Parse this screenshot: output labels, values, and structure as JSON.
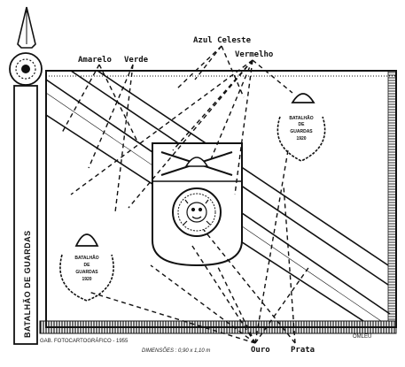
{
  "labels": {
    "amarelo": "Amarelo",
    "verde": "Verde",
    "azul_celeste": "Azul Celeste",
    "vermelho": "Vermelho",
    "ouro": "Ouro",
    "prata": "Prata"
  },
  "staff_text": "BATALHÃO DE GUARDAS",
  "emblem_top_right": [
    "BATALHÃO",
    "DE",
    "GUARDAS",
    "1920"
  ],
  "emblem_bottom_left": [
    "BATALHÃO",
    "DE",
    "GUARDAS",
    "1920"
  ],
  "footer": {
    "credit": "GAB. FOTOCARTOGRÁFICO - 1955",
    "dimensions": "DIMENSÕES : 0,90 x 1,10 m",
    "signature": "OMLEU"
  }
}
